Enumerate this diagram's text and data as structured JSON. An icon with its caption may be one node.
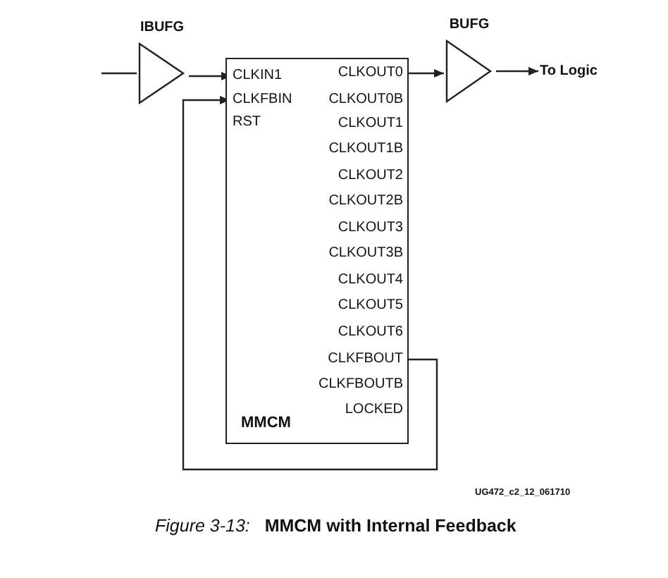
{
  "diagram": {
    "caption": "*Figure 3-13:*   **MMCM with Internal Feedback**",
    "nodes": [
      {
        "text": [
          "MMCM"
        ]
      },
      {
        "text": [
          "CLKIN1"
        ],
        "in": 0
      },
      {
        "text": [
          "CLKFBIN"
        ],
        "in": 0
      },
      {
        "text": [
          "CLKOUT0"
        ],
        "in": 0
      },
      {
        "text": [
          "CLKFBOUT"
        ],
        "in": 0
      },
      {
        "text": [
          "IBUFG"
        ]
      },
      {
        "text": [
          "BUFG"
        ]
      },
      {
        "text": [
          "To Logic"
        ]
      }
    ],
    "edges": [
      {
        "from": null,
        "to": 5,
        "arrow": "none"
      },
      {
        "from": 5,
        "to": 1,
        "arrow": "to"
      },
      {
        "from": 3,
        "to": 6,
        "arrow": "to"
      },
      {
        "from": 6,
        "to": 7,
        "arrow": "to"
      },
      {
        "from": 4,
        "to": 2,
        "arrow": "to"
      }
    ],
    "labels": [
      "CLKOUT0B",
      "RST",
      "CLKOUT1",
      "CLKOUT1B",
      "CLKOUT2",
      "CLKOUT2B",
      "CLKOUT3",
      "CLKOUT3B",
      "CLKOUT4",
      "CLKOUT5",
      "CLKOUT6",
      "CLKFBOUTB",
      "LOCKED",
      "UG472_c2_12_061710"
    ]
  }
}
